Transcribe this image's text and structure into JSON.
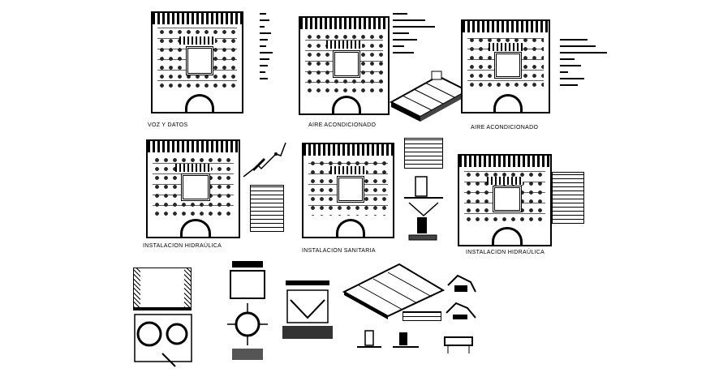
{
  "labels": {
    "voz": "VOZ Y DATOS",
    "aire1": "AIRE ACONDICIONADO",
    "aire2": "AIRE ACONDICIONADO",
    "hidra1": "INSTALACION HIDRAÚLICA",
    "sanitaria": "INSTALACION SANITARIA",
    "hidra2": "INSTALACION HIDRAÚLICA"
  },
  "colors": {
    "ink": "#000000",
    "paper": "#ffffff"
  }
}
